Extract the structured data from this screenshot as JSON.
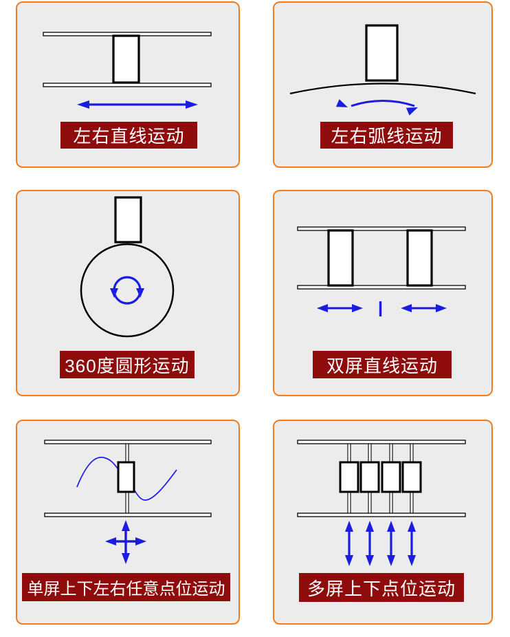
{
  "page": {
    "background": "#ffffff"
  },
  "colors": {
    "page-bg": "#ffffff",
    "panel-border": "#f07c1e",
    "panel-bg": "#ececec",
    "banner-bg": "#8e0c0c",
    "banner-text": "#ffffff",
    "arrow-blue": "#1c1ce0",
    "line-black": "#000000",
    "shape-fill": "#ffffff"
  },
  "panels": [
    {
      "id": "left-right-linear",
      "label": "左右直线运动",
      "icon": "horizontal-double-arrow-icon"
    },
    {
      "id": "left-right-arc",
      "label": "左右弧线运动",
      "icon": "arc-double-arrow-icon"
    },
    {
      "id": "circular-360",
      "label": "360度圆形运动",
      "icon": "rotation-circle-arrow-icon"
    },
    {
      "id": "dual-screen-linear",
      "label": "双屏直线运动",
      "icon": "dual-horizontal-double-arrow-icon"
    },
    {
      "id": "single-any-point",
      "label": "单屏上下左右任意点位运动",
      "icon": "cross-four-way-arrow-icon"
    },
    {
      "id": "multi-up-down",
      "label": "多屏上下点位运动",
      "icon": "four-vertical-double-arrow-icon"
    }
  ]
}
